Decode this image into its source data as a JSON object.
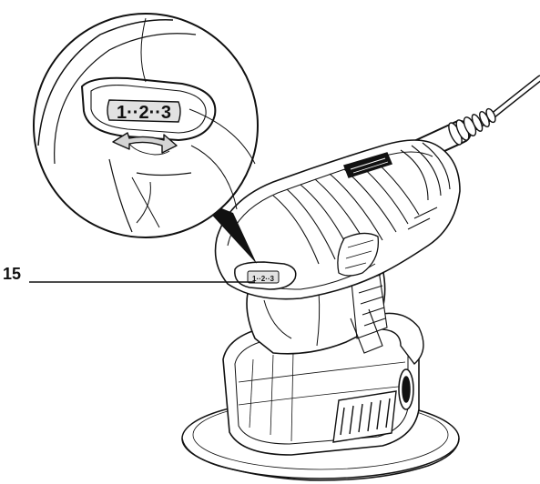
{
  "figure": {
    "callout_number": "15",
    "dial_markings": [
      "1",
      "2",
      "3"
    ],
    "dial_markings_small": [
      "1",
      "2",
      "3"
    ],
    "colors": {
      "ink": "#111111",
      "dial_face": "#e2e2e2",
      "arrow_fill": "#d4d4d4",
      "background": "#ffffff"
    },
    "icons": [
      "rotate-double-arrow-icon",
      "magnifier-pointer"
    ]
  }
}
